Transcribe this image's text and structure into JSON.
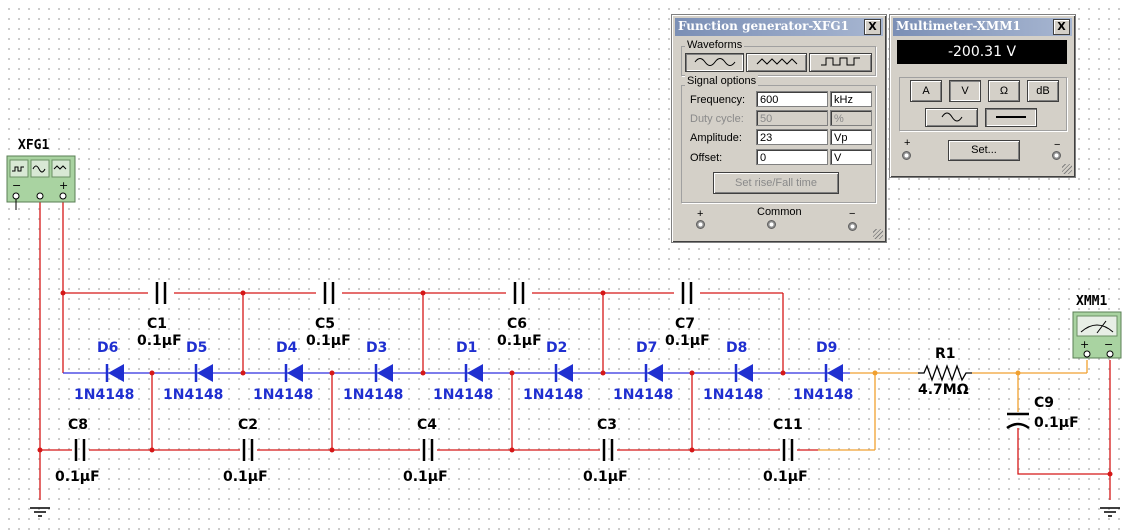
{
  "colors": {
    "wire_red": "#d51818",
    "wire_orange": "#f0a030",
    "wire_blue": "#2f2fe0",
    "diode_blue": "#1f2fd0",
    "part_black": "#000000"
  },
  "instruments": {
    "xfg1_label": "XFG1",
    "xmm1_label": "XMM1"
  },
  "capacitors": [
    {
      "name": "C1",
      "value": "0.1µF"
    },
    {
      "name": "C5",
      "value": "0.1µF"
    },
    {
      "name": "C6",
      "value": "0.1µF"
    },
    {
      "name": "C7",
      "value": "0.1µF"
    },
    {
      "name": "C8",
      "value": "0.1µF"
    },
    {
      "name": "C2",
      "value": "0.1µF"
    },
    {
      "name": "C4",
      "value": "0.1µF"
    },
    {
      "name": "C3",
      "value": "0.1µF"
    },
    {
      "name": "C11",
      "value": "0.1µF"
    },
    {
      "name": "C9",
      "value": "0.1µF"
    }
  ],
  "diodes": [
    {
      "name": "D6",
      "model": "1N4148"
    },
    {
      "name": "D5",
      "model": "1N4148"
    },
    {
      "name": "D4",
      "model": "1N4148"
    },
    {
      "name": "D3",
      "model": "1N4148"
    },
    {
      "name": "D1",
      "model": "1N4148"
    },
    {
      "name": "D2",
      "model": "1N4148"
    },
    {
      "name": "D7",
      "model": "1N4148"
    },
    {
      "name": "D8",
      "model": "1N4148"
    },
    {
      "name": "D9",
      "model": "1N4148"
    }
  ],
  "resistor": {
    "name": "R1",
    "value": "4.7MΩ"
  },
  "function_generator": {
    "title": "Function generator-XFG1",
    "close": "X",
    "waveforms_label": "Waveforms",
    "signal_options_label": "Signal options",
    "frequency": {
      "label": "Frequency:",
      "value": "600",
      "unit": "kHz"
    },
    "duty_cycle": {
      "label": "Duty cycle:",
      "value": "50",
      "unit": "%"
    },
    "amplitude": {
      "label": "Amplitude:",
      "value": "23",
      "unit": "Vp"
    },
    "offset": {
      "label": "Offset:",
      "value": "0",
      "unit": "V"
    },
    "set_rise_fall": "Set rise/Fall time",
    "plus": "+",
    "common": "Common",
    "minus": "−",
    "selected_waveform": "sine"
  },
  "multimeter": {
    "title": "Multimeter-XMM1",
    "close": "X",
    "reading": "-200.31 V",
    "modes": [
      "A",
      "V",
      "Ω",
      "dB"
    ],
    "selected_mode": "V",
    "selected_coupling": "dc",
    "set_label": "Set...",
    "plus": "+",
    "minus": "−"
  }
}
